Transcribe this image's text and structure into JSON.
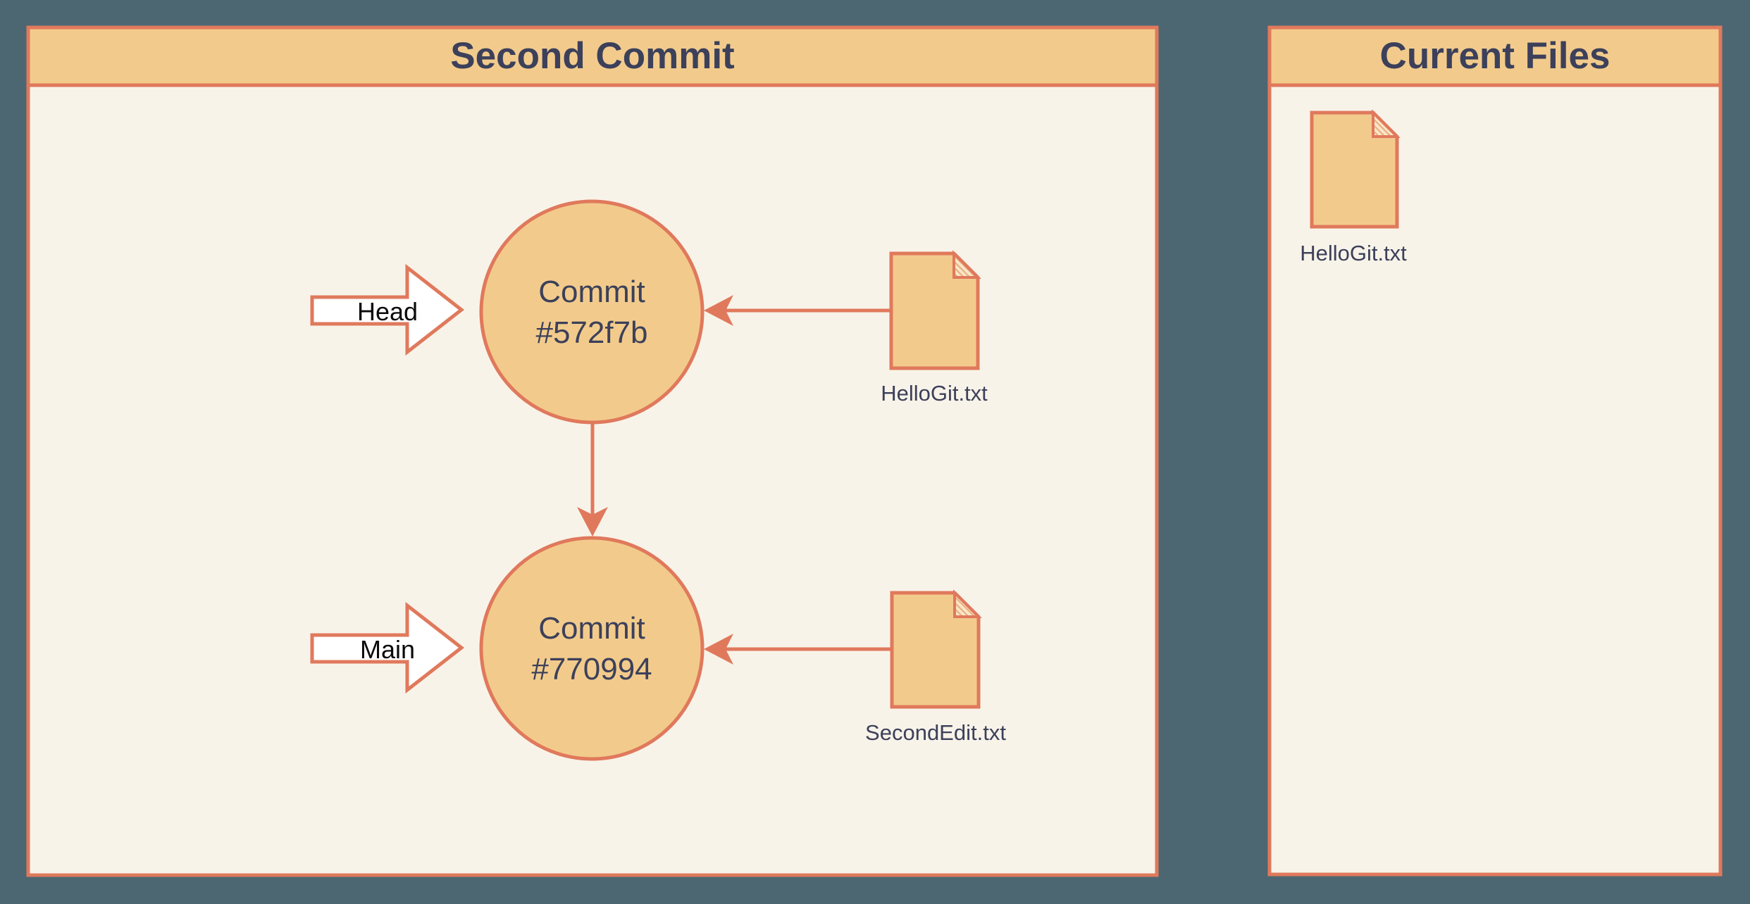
{
  "palette": {
    "background": "#4C6771",
    "panel_body": "#F8F3E9",
    "panel_header": "#F2CB8C",
    "shape_fill": "#F2CB8C",
    "border_and_arrows": "#E0795C",
    "dark_text": "#3C405A",
    "pointer_fill": "#FFFFFF",
    "pointer_text": "#0A0A0A"
  },
  "left_panel": {
    "title": "Second Commit",
    "commits": [
      {
        "line1": "Commit",
        "line2": "#572f7b"
      },
      {
        "line1": "Commit",
        "line2": "#770994"
      }
    ],
    "pointers": [
      {
        "label": "Head"
      },
      {
        "label": "Main"
      }
    ],
    "files": [
      {
        "label": "HelloGit.txt"
      },
      {
        "label": "SecondEdit.txt"
      }
    ]
  },
  "right_panel": {
    "title": "Current Files",
    "files": [
      {
        "label": "HelloGit.txt"
      }
    ]
  }
}
